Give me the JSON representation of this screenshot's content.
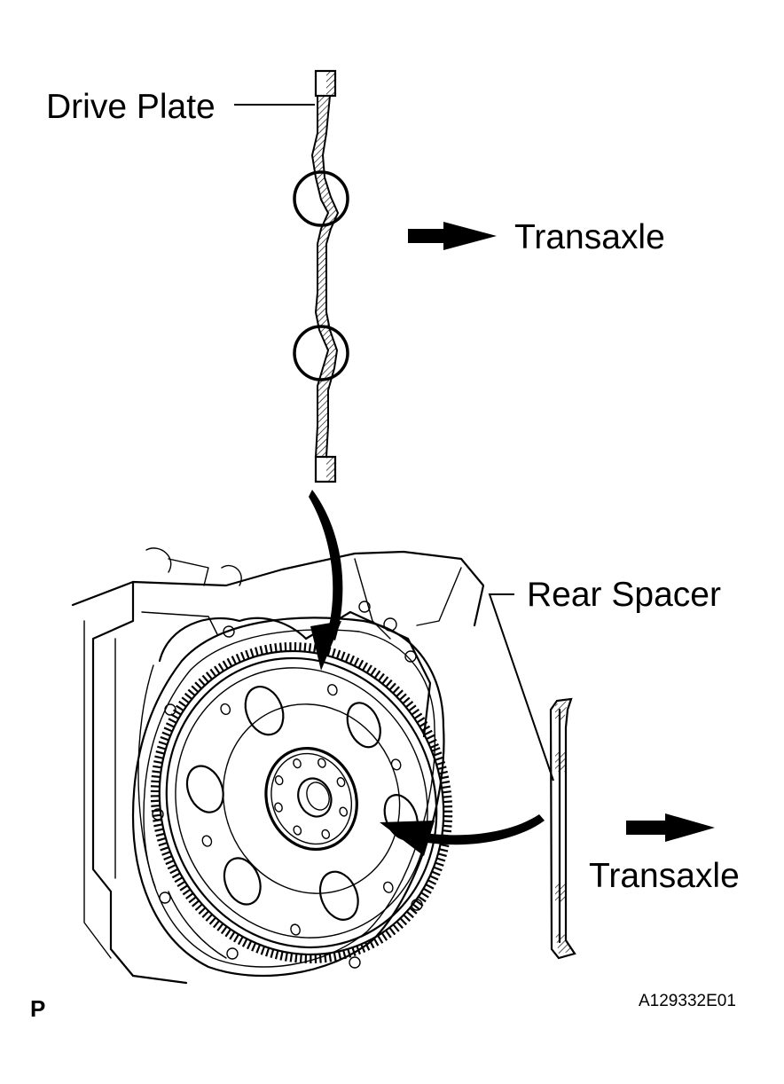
{
  "labels": {
    "drive_plate": "Drive Plate",
    "transaxle_top": "Transaxle",
    "rear_spacer": "Rear Spacer",
    "transaxle_bottom": "Transaxle",
    "view_code": "P",
    "figure_id": "A129332E01"
  },
  "icons": {
    "direction_arrow": "right-arrow-icon",
    "install_arrow": "curved-arrow-icon",
    "detail_circle": "detail-circle-icon"
  },
  "colors": {
    "line": "#000000",
    "background": "#ffffff"
  }
}
